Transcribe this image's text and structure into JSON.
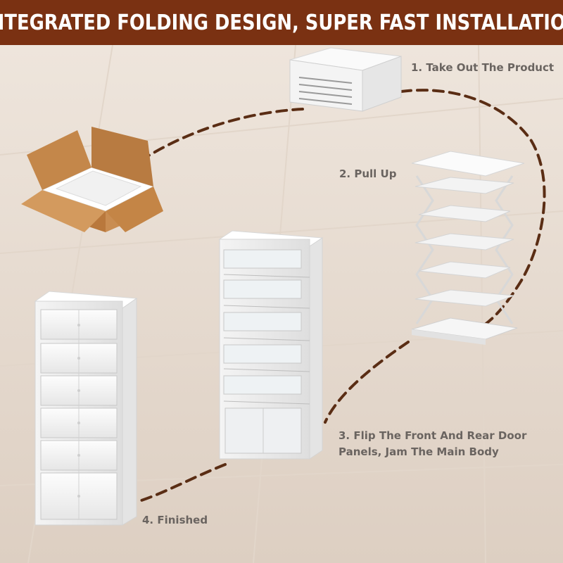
{
  "banner": {
    "title": "INTEGRATED FOLDING DESIGN, SUPER FAST INSTALLATION"
  },
  "steps": [
    {
      "lines": [
        "1. Take Out The Product"
      ]
    },
    {
      "lines": [
        "2. Pull Up"
      ]
    },
    {
      "lines": [
        "3. Flip The Front And Rear Door",
        "Panels, Jam The Main Body"
      ]
    },
    {
      "lines": [
        "4. Finished"
      ]
    }
  ],
  "colors": {
    "banner": "#7a3112",
    "floor": "#e9ddd2",
    "path": "#5a2d14",
    "box": "#c4874a",
    "cabinet": "#ffffff"
  },
  "icons": {
    "box": "open-cardboard-box-icon",
    "folded": "folded-cabinet-icon",
    "expanded": "expanded-frame-icon",
    "doors": "cabinet-with-doors-icon",
    "finished": "finished-cabinet-icon"
  }
}
